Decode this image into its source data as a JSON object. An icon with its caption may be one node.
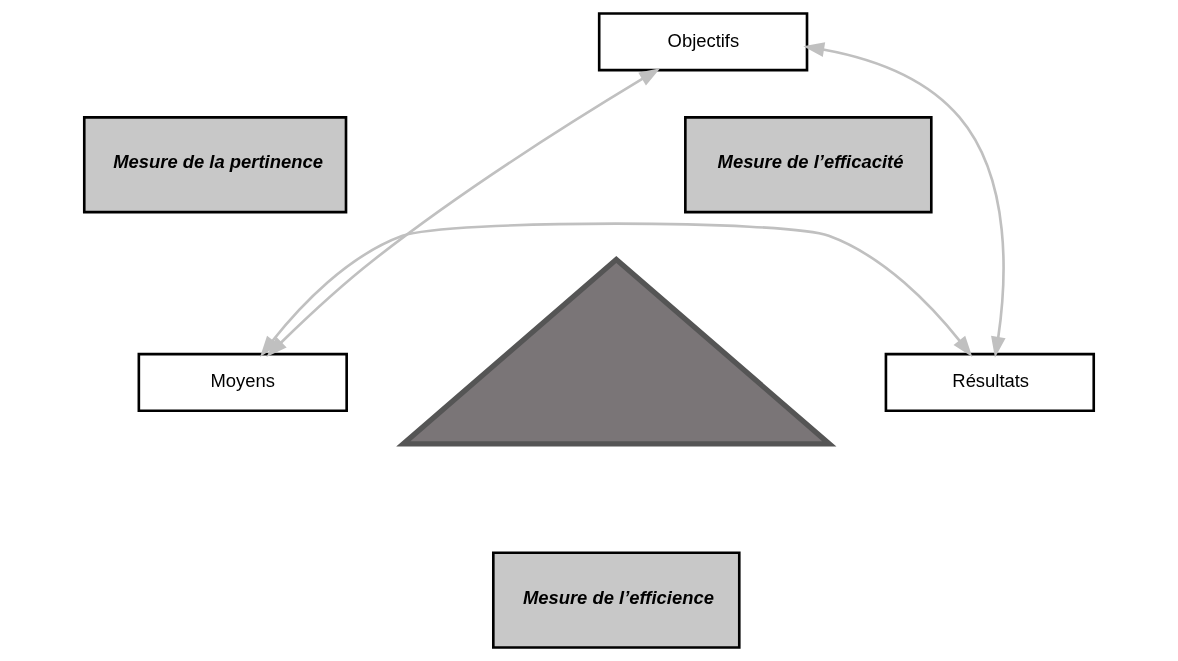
{
  "diagram": {
    "nodes": [
      {
        "text": [
          "Objectifs"
        ]
      },
      {
        "text": [
          "Mesure de la pertinence"
        ]
      },
      {
        "text": [
          "Mesure de l’efficacité"
        ]
      },
      {
        "text": [
          "Moyens"
        ]
      },
      {
        "text": [],
        "shape": "triangle"
      },
      {
        "text": [
          "Résultats"
        ]
      },
      {
        "text": [
          "Mesure de l’efficience"
        ]
      }
    ],
    "edges": [
      {
        "from": 3,
        "to": 0,
        "arrow": "both",
        "color": "#c0c0c0"
      },
      {
        "from": 0,
        "to": 5,
        "arrow": "both",
        "color": "#c0c0c0"
      },
      {
        "from": 3,
        "to": 5,
        "arrow": "both",
        "color": "#c0c0c0"
      }
    ]
  }
}
